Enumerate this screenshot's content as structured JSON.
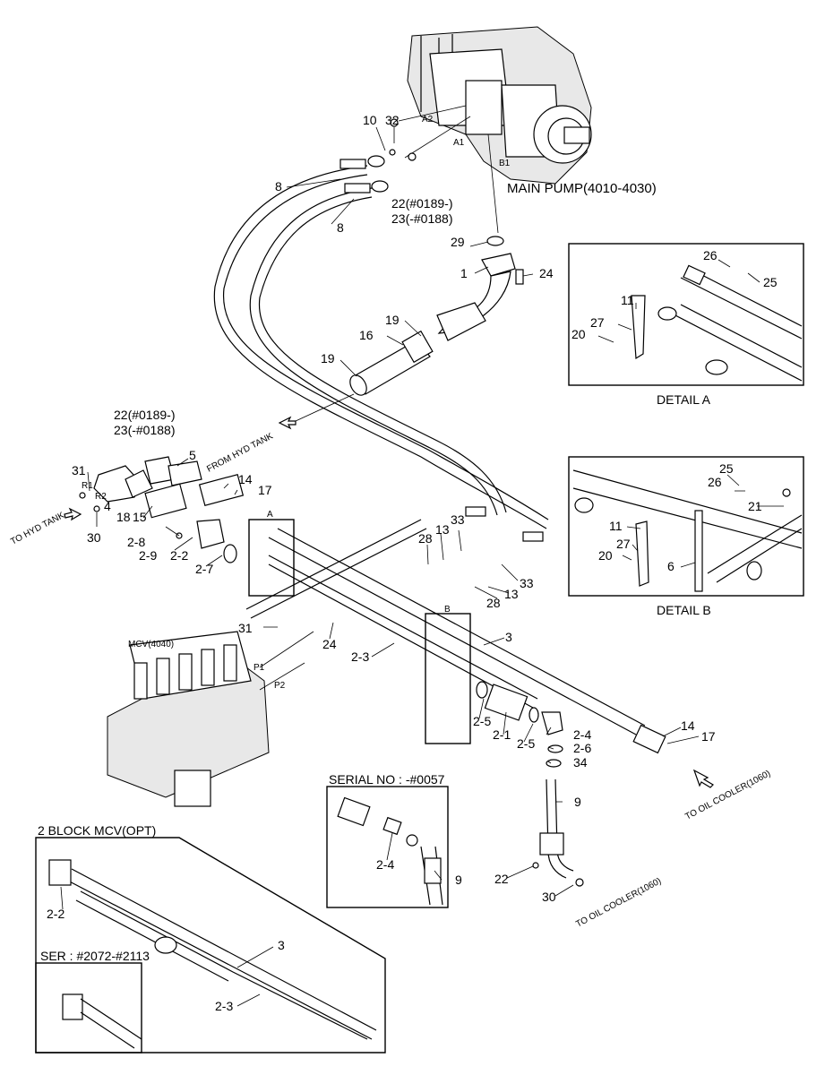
{
  "labels": {
    "main_pump": "MAIN PUMP(4010-4030)",
    "detail_a": "DETAIL A",
    "detail_b": "DETAIL B",
    "mcv": "MCV(4040)",
    "from_hyd_tank": "FROM HYD TANK",
    "to_hyd_tank": "TO HYD TANK",
    "to_oil_cooler_1": "TO OIL COOLER(1060)",
    "to_oil_cooler_2": "TO OIL COOLER(1060)",
    "serial_no": "SERIAL NO : -#0057",
    "two_block": "2 BLOCK MCV(OPT)",
    "ser_range": "SER : #2072-#2113",
    "port_a2": "A2",
    "port_a1": "A1",
    "port_b1": "B1",
    "port_p1": "P1",
    "port_p2": "P2",
    "port_r1": "R1",
    "port_r2": "R2",
    "marker_a": "A",
    "marker_b": "B",
    "ref_22a": "22(#0189-)",
    "ref_23a": "23(-#0188)",
    "ref_22b": "22(#0189-)",
    "ref_23b": "23(-#0188)"
  },
  "callouts": {
    "c10": "10",
    "c32": "32",
    "c8a": "8",
    "c8b": "8",
    "c29": "29",
    "c1": "1",
    "c24a": "24",
    "c19a": "19",
    "c16": "16",
    "c19b": "19",
    "c5": "5",
    "c31a": "31",
    "c4": "4",
    "c30a": "30",
    "c14a": "14",
    "c17a": "17",
    "c15": "15",
    "c18": "18",
    "c2_8": "2-8",
    "c2_9": "2-9",
    "c2_2a": "2-2",
    "c2_7": "2-7",
    "c28a": "28",
    "c13a": "13",
    "c33a": "33",
    "c33b": "33",
    "c13b": "13",
    "c28b": "28",
    "c31b": "31",
    "c24b": "24",
    "c2_3a": "2-3",
    "c3a": "3",
    "c2_5a": "2-5",
    "c2_1": "2-1",
    "c2_5b": "2-5",
    "c2_4a": "2-4",
    "c2_6": "2-6",
    "c34": "34",
    "c14b": "14",
    "c17b": "17",
    "c9a": "9",
    "c22c": "22",
    "c30b": "30",
    "c2_4b": "2-4",
    "c9b": "9",
    "c2_2b": "2-2",
    "c3b": "3",
    "c2_3b": "2-3",
    "da26": "26",
    "da25": "25",
    "da11": "11",
    "da27": "27",
    "da20": "20",
    "db25": "25",
    "db26": "26",
    "db21": "21",
    "db11": "11",
    "db27": "27",
    "db20": "20",
    "db6": "6"
  }
}
